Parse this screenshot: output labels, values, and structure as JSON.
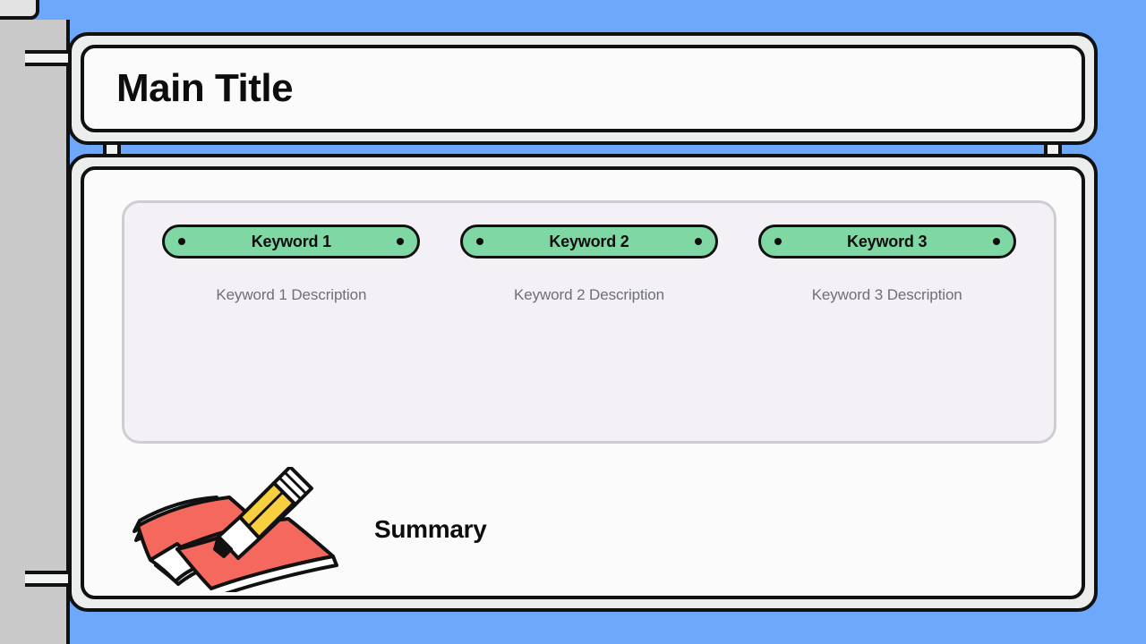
{
  "slide": {
    "background_color": "#6ea8fb",
    "accent_color": "#7fd8a4",
    "illustration_color": "#f4685e",
    "pencil_color": "#f7cf3f"
  },
  "title": {
    "text": "Main Title"
  },
  "keywords": [
    {
      "label": "Keyword 1",
      "description": "Keyword 1 Description"
    },
    {
      "label": "Keyword 2",
      "description": "Keyword 2 Description"
    },
    {
      "label": "Keyword 3",
      "description": "Keyword 3 Description"
    }
  ],
  "summary": {
    "label": "Summary",
    "icon": "notebook-pencil-icon"
  }
}
